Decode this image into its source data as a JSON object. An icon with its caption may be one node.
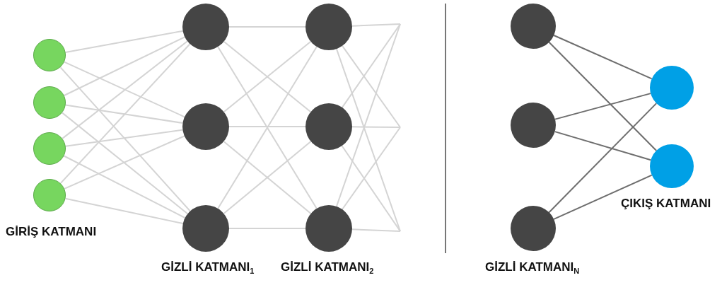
{
  "diagram": {
    "nodes": [
      {
        "text": [],
        "shape": "circle"
      },
      {
        "text": [],
        "shape": "circle"
      },
      {
        "text": [],
        "shape": "circle"
      },
      {
        "text": [],
        "shape": "circle"
      },
      {
        "text": [],
        "shape": "circle"
      },
      {
        "text": [],
        "shape": "circle"
      },
      {
        "text": [],
        "shape": "circle"
      },
      {
        "text": [],
        "shape": "circle"
      },
      {
        "text": [],
        "shape": "circle"
      },
      {
        "text": [],
        "shape": "circle"
      },
      {
        "text": [],
        "shape": "circle"
      },
      {
        "text": [],
        "shape": "circle"
      },
      {
        "text": [],
        "shape": "circle"
      },
      {
        "text": [],
        "shape": "circle"
      },
      {
        "text": [],
        "shape": "circle"
      }
    ],
    "edges": [
      {
        "from": 0,
        "to": 4,
        "arrow": "none"
      },
      {
        "from": 0,
        "to": 5,
        "arrow": "none"
      },
      {
        "from": 0,
        "to": 6,
        "arrow": "none"
      },
      {
        "from": 1,
        "to": 4,
        "arrow": "none"
      },
      {
        "from": 1,
        "to": 5,
        "arrow": "none"
      },
      {
        "from": 1,
        "to": 6,
        "arrow": "none"
      },
      {
        "from": 2,
        "to": 4,
        "arrow": "none"
      },
      {
        "from": 2,
        "to": 5,
        "arrow": "none"
      },
      {
        "from": 2,
        "to": 6,
        "arrow": "none"
      },
      {
        "from": 3,
        "to": 4,
        "arrow": "none"
      },
      {
        "from": 3,
        "to": 5,
        "arrow": "none"
      },
      {
        "from": 3,
        "to": 6,
        "arrow": "none"
      },
      {
        "from": 4,
        "to": 7,
        "arrow": "none"
      },
      {
        "from": 4,
        "to": 8,
        "arrow": "none"
      },
      {
        "from": 4,
        "to": 9,
        "arrow": "none"
      },
      {
        "from": 5,
        "to": 7,
        "arrow": "none"
      },
      {
        "from": 5,
        "to": 8,
        "arrow": "none"
      },
      {
        "from": 5,
        "to": 9,
        "arrow": "none"
      },
      {
        "from": 6,
        "to": 7,
        "arrow": "none"
      },
      {
        "from": 6,
        "to": 8,
        "arrow": "none"
      },
      {
        "from": 6,
        "to": 9,
        "arrow": "none"
      },
      {
        "from": 7,
        "to": null,
        "arrow": "none"
      },
      {
        "from": 7,
        "to": null,
        "arrow": "none"
      },
      {
        "from": 7,
        "to": null,
        "arrow": "none"
      },
      {
        "from": 8,
        "to": null,
        "arrow": "none"
      },
      {
        "from": 8,
        "to": null,
        "arrow": "none"
      },
      {
        "from": 8,
        "to": null,
        "arrow": "none"
      },
      {
        "from": 9,
        "to": null,
        "arrow": "none"
      },
      {
        "from": 9,
        "to": null,
        "arrow": "none"
      },
      {
        "from": 9,
        "to": null,
        "arrow": "none"
      },
      {
        "from": 10,
        "to": 13,
        "arrow": "none",
        "color": "#6e6e6e"
      },
      {
        "from": 10,
        "to": 14,
        "arrow": "none",
        "color": "#6e6e6e"
      },
      {
        "from": 11,
        "to": 13,
        "arrow": "none",
        "color": "#6e6e6e"
      },
      {
        "from": 11,
        "to": 14,
        "arrow": "none",
        "color": "#6e6e6e"
      },
      {
        "from": 12,
        "to": 13,
        "arrow": "none",
        "color": "#6e6e6e"
      },
      {
        "from": 12,
        "to": 14,
        "arrow": "none",
        "color": "#6e6e6e"
      }
    ],
    "labels": [
      "GİRİŞ KATMANI",
      "GİZLİ KATMANI$_{1}$",
      "GİZLİ KATMANI$_{2}$",
      "GİZLİ KATMANI$_{N}$",
      "ÇIKIŞ KATMANI"
    ]
  }
}
